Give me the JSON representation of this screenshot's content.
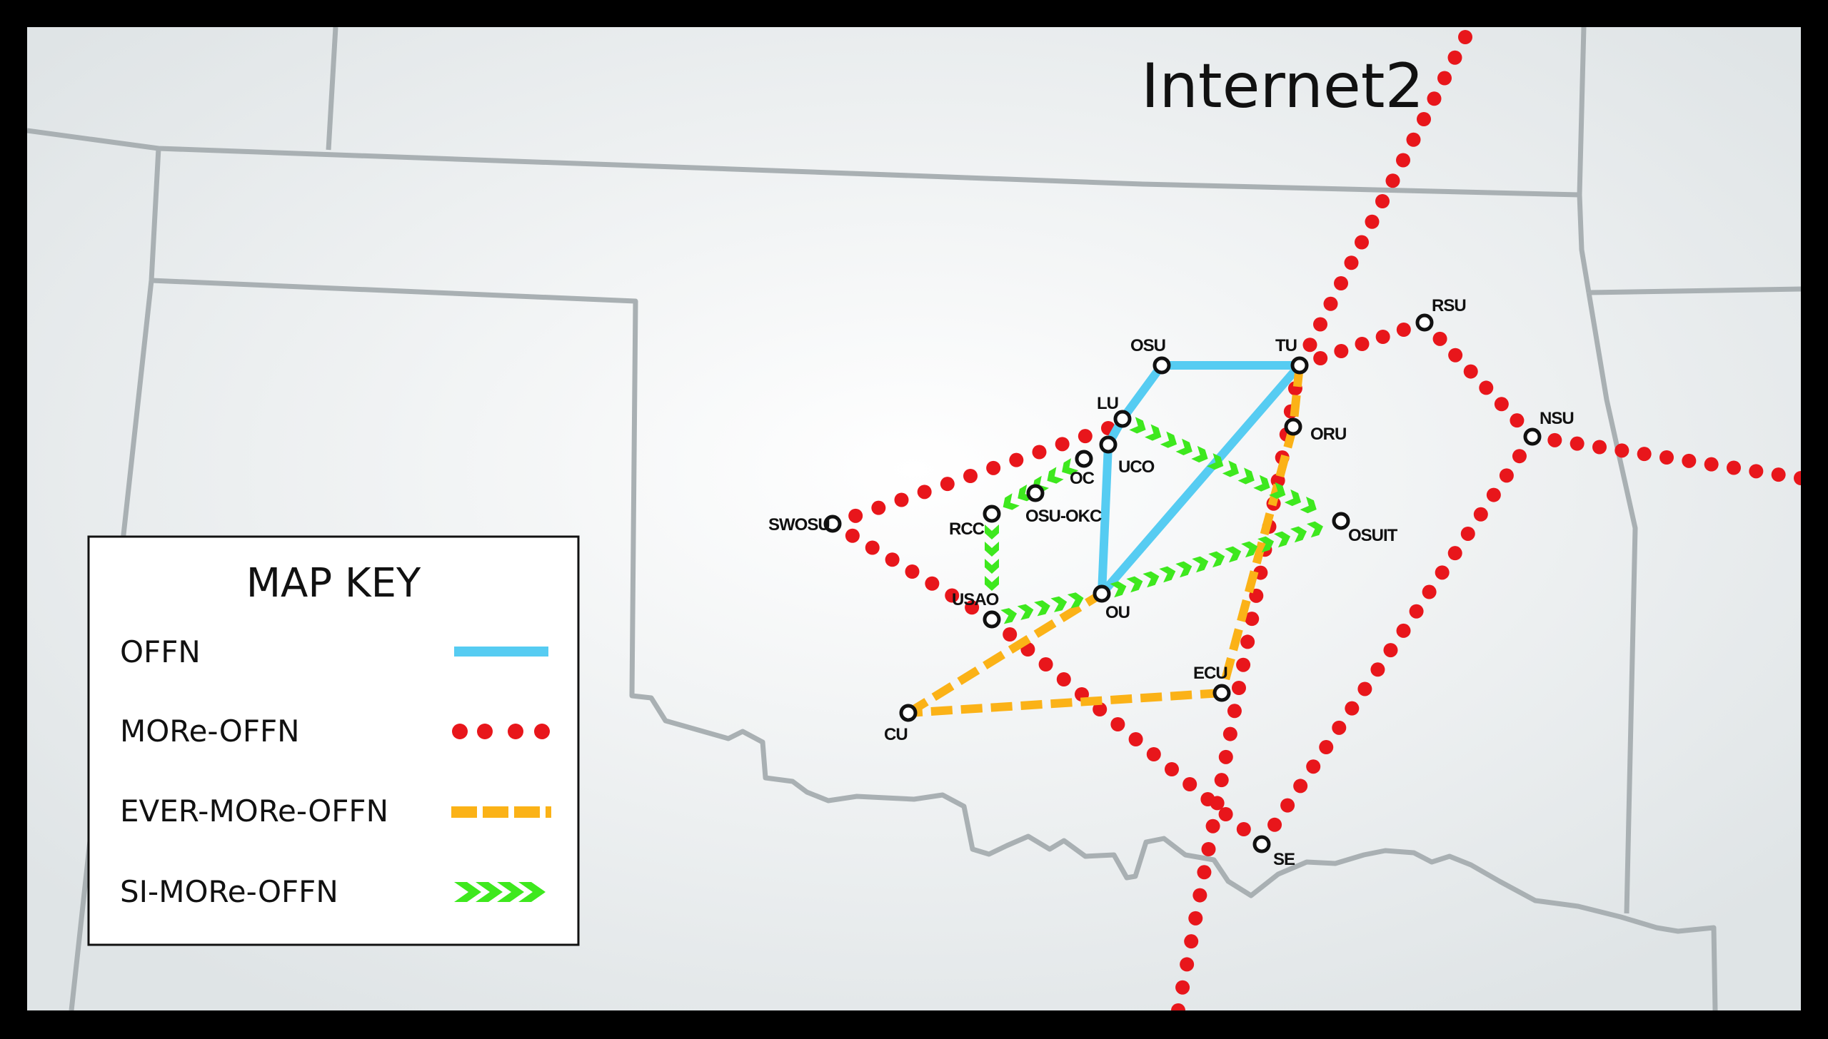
{
  "title": "Internet2",
  "legend": {
    "title": "MAP KEY",
    "items": [
      {
        "label": "OFFN",
        "style": "solid",
        "color": "#56ccf2"
      },
      {
        "label": "MORe-OFFN",
        "style": "dotted",
        "color": "#e8161b"
      },
      {
        "label": "EVER-MORe-OFFN",
        "style": "dashed",
        "color": "#fbb217"
      },
      {
        "label": "SI-MORe-OFFN",
        "style": "chevron",
        "color": "#3ee81e"
      }
    ]
  },
  "sites": [
    {
      "id": "OSU",
      "label": "OSU"
    },
    {
      "id": "TU",
      "label": "TU"
    },
    {
      "id": "RSU",
      "label": "RSU"
    },
    {
      "id": "LU",
      "label": "LU"
    },
    {
      "id": "UCO",
      "label": "UCO"
    },
    {
      "id": "OC",
      "label": "OC"
    },
    {
      "id": "ORU",
      "label": "ORU"
    },
    {
      "id": "NSU",
      "label": "NSU"
    },
    {
      "id": "OSU-OKC",
      "label": "OSU-OKC"
    },
    {
      "id": "RCC",
      "label": "RCC"
    },
    {
      "id": "SWOSU",
      "label": "SWOSU"
    },
    {
      "id": "OSUIT",
      "label": "OSUIT"
    },
    {
      "id": "USAO",
      "label": "USAO"
    },
    {
      "id": "OU",
      "label": "OU"
    },
    {
      "id": "ECU",
      "label": "ECU"
    },
    {
      "id": "CU",
      "label": "CU"
    },
    {
      "id": "SE",
      "label": "SE"
    }
  ],
  "colors": {
    "background": "#e8ecee",
    "borders": "#a9b0b3",
    "offn": "#56ccf2",
    "more_offn": "#e8161b",
    "ever_more_offn": "#fbb217",
    "si_more_offn": "#3ee81e"
  }
}
